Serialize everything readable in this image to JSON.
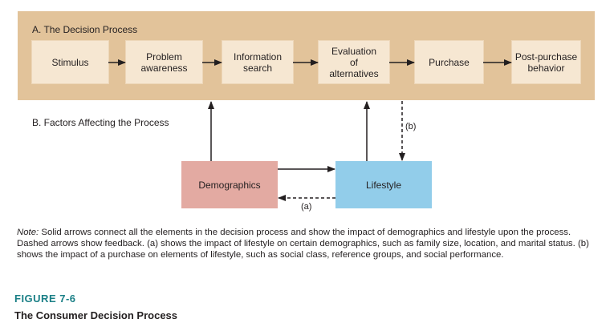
{
  "section_a": {
    "title": "A. The Decision Process",
    "steps": [
      {
        "label": "Stimulus"
      },
      {
        "label": "Problem\nawareness"
      },
      {
        "label": "Information\nsearch"
      },
      {
        "label": "Evaluation\nof\nalternatives"
      },
      {
        "label": "Purchase"
      },
      {
        "label": "Post-purchase\nbehavior"
      }
    ]
  },
  "section_b": {
    "title": "B. Factors Affecting the Process",
    "demographics": "Demographics",
    "lifestyle": "Lifestyle",
    "label_a": "(a)",
    "label_b": "(b)"
  },
  "note": {
    "prefix": "Note:",
    "text": " Solid arrows connect all the elements in the decision process and show the impact of demographics and lifestyle upon the process. Dashed arrows show feedback. (a) shows the impact of lifestyle on certain demographics, such as family size, location, and marital status. (b) shows the impact of a purchase on elements of lifestyle, such as social class, reference groups, and social performance."
  },
  "figure": {
    "number": "FIGURE 7-6",
    "title": "The Consumer Decision Process"
  },
  "colors": {
    "panel": "#e2c39a",
    "step_box": "#f6e7d2",
    "demographics": "#e3aaa2",
    "lifestyle": "#92cdea",
    "figure_number": "#1a7f86"
  }
}
